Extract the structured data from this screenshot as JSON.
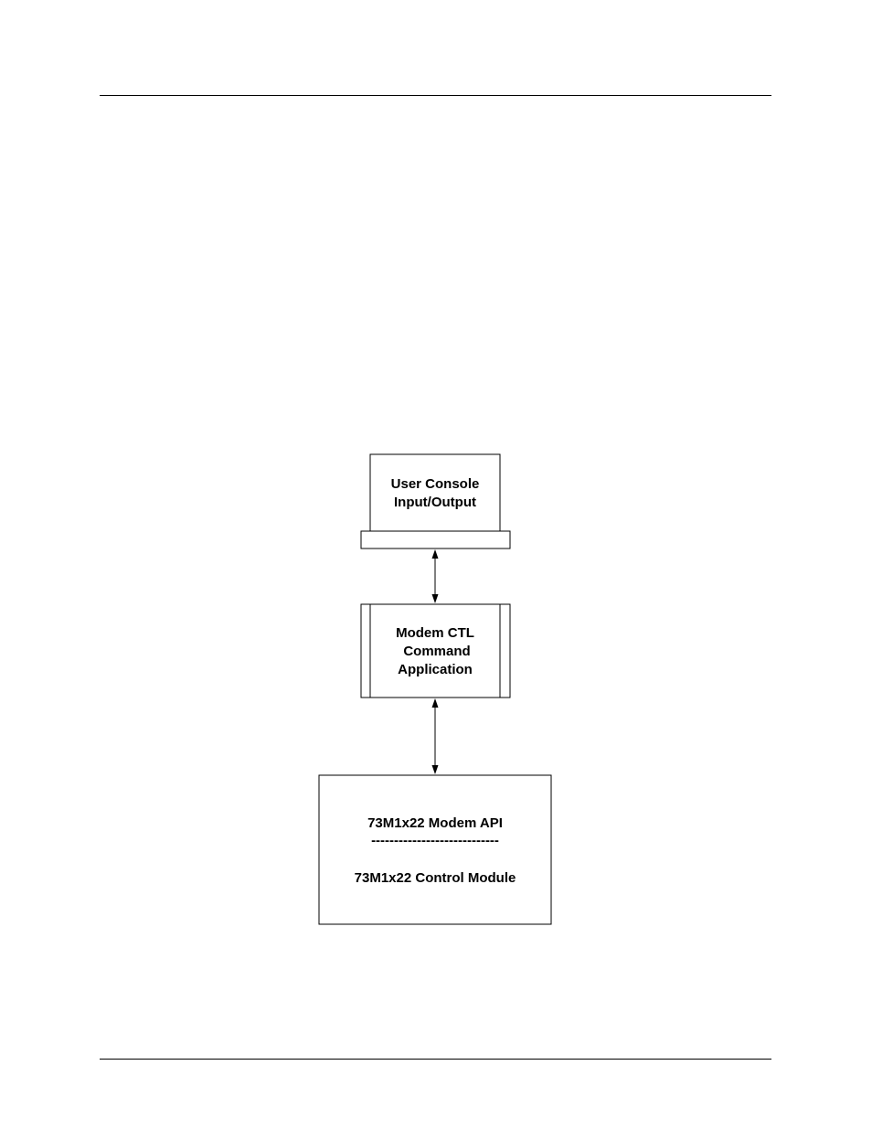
{
  "diagram": {
    "user_console": {
      "line1": "User Console",
      "line2": "Input/Output"
    },
    "modem_ctl": {
      "line1": "Modem CTL",
      "line2": "Command",
      "line3": "Application"
    },
    "api_module": {
      "line1": "73M1x22 Modem API",
      "separator": "----------------------------",
      "line2": "73M1x22 Control Module"
    }
  }
}
